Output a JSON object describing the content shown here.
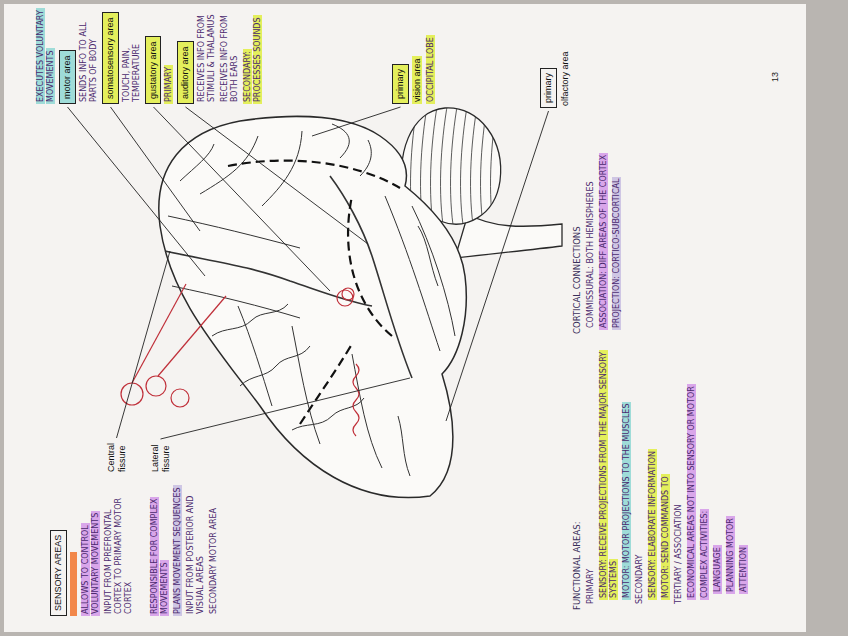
{
  "diagram": {
    "nodes": [
      {
        "text": [
          "SENSORY AREAS"
        ]
      },
      {
        "text": [
          "motor area"
        ]
      },
      {
        "text": [
          "somatosensory area"
        ]
      },
      {
        "text": [
          "gustatory area"
        ]
      },
      {
        "text": [
          "auditory area"
        ]
      },
      {
        "text": [
          "primary"
        ]
      },
      {
        "text": [
          "primary"
        ]
      }
    ],
    "labels": [
      "Central fissure",
      "Lateral fissure",
      "ALLOWS TO CONTROL VOLUNTARY MOVEMENTS",
      "INPUT FROM PREFRONTAL CORTEX TO PRIMARY MOTOR CORTEX",
      "RESPONSIBLE FOR COMPLEX MOVEMENTS",
      "PLANS MOVEMENT SEQUENCES",
      "INPUT FROM POSTERIOR AND VISUAL AREAS",
      "SECONDARY MOTOR AREA",
      "EXECUTES VOLUNTARY MOVEMENTS",
      "SENDS INFO TO ALL PARTS OF BODY",
      "TOUCH, PAIN, TEMPERATURE",
      "PRIMARY",
      "RECEIVES INFO FROM STIMULI & THALAMUS",
      "RECEIVES INFO FROM BOTH EARS",
      "SECONDARY: PROCESSES SOUNDS",
      "vision area",
      "OCCIPITAL LOBE",
      "olfactory area",
      "FUNCTIONAL AREAS:",
      "PRIMARY",
      "SENSORY: RECEIVE PROJECTIONS FROM THE MAJOR SENSORY SYSTEMS",
      "MOTOR: MOTOR PROJECTIONS TO THE MUSCLES",
      "SECONDARY",
      "SENSORY: ELABORATE INFORMATION",
      "MOTOR: SEND COMMANDS TO",
      "TERTIARY / ASSOCIATION",
      "ECONOMICAL AREAS NOT INTO SENSORY OR MOTOR",
      "COMPLEX ACTIVITIES:",
      "LANGUAGE",
      "PLANNING MOTOR",
      "ATTENTION",
      "CORTICAL CONNECTIONS",
      "COMMISSURAL: BOTH HEMISPHERES",
      "ASSOCIATION: DIFF AREAS OF THE CORTEX",
      "PROJECTION: CORTICO-SUBCORTICAL",
      "13"
    ]
  }
}
